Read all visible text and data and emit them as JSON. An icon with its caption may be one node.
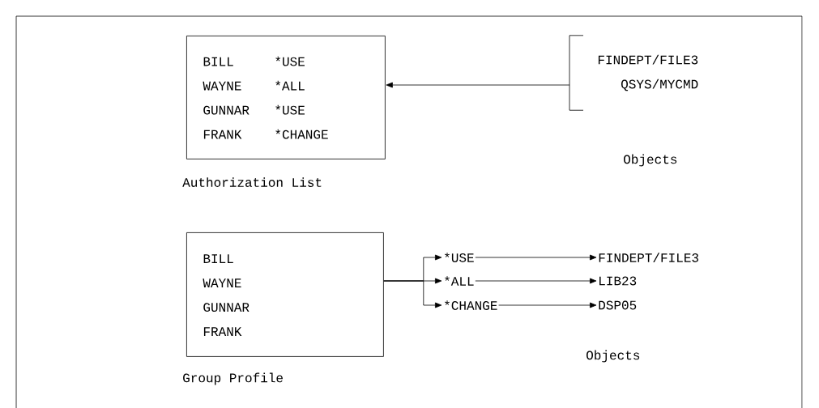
{
  "diagram": {
    "nodes": [
      {
        "text": [
          "BILL",
          "*USE",
          "WAYNE",
          "*ALL",
          "GUNNAR",
          "*USE",
          "FRANK",
          "*CHANGE"
        ],
        "beside": [
          "Authorization List"
        ]
      },
      {
        "text": [
          "FINDEPT/FILE3",
          "QSYS/MYCMD"
        ],
        "beside": [
          "Objects"
        ]
      },
      {
        "text": [
          "BILL",
          "WAYNE",
          "GUNNAR",
          "FRANK"
        ],
        "beside": [
          "Group Profile"
        ]
      },
      {
        "text": [
          "*USE"
        ]
      },
      {
        "text": [
          "*ALL"
        ]
      },
      {
        "text": [
          "*CHANGE"
        ]
      },
      {
        "text": [
          "FINDEPT/FILE3"
        ]
      },
      {
        "text": [
          "LIB23"
        ]
      },
      {
        "text": [
          "DSP05"
        ]
      }
    ],
    "edges": [
      {
        "from": 1,
        "to": 0,
        "arrow": "to"
      },
      {
        "from": 2,
        "to": 3,
        "arrow": "to"
      },
      {
        "from": 2,
        "to": 4,
        "arrow": "to"
      },
      {
        "from": 2,
        "to": 5,
        "arrow": "to"
      },
      {
        "from": 3,
        "to": 6,
        "arrow": "to"
      },
      {
        "from": 4,
        "to": 7,
        "arrow": "to"
      },
      {
        "from": 5,
        "to": 8,
        "arrow": "to"
      }
    ],
    "labels": [
      "Objects"
    ]
  }
}
